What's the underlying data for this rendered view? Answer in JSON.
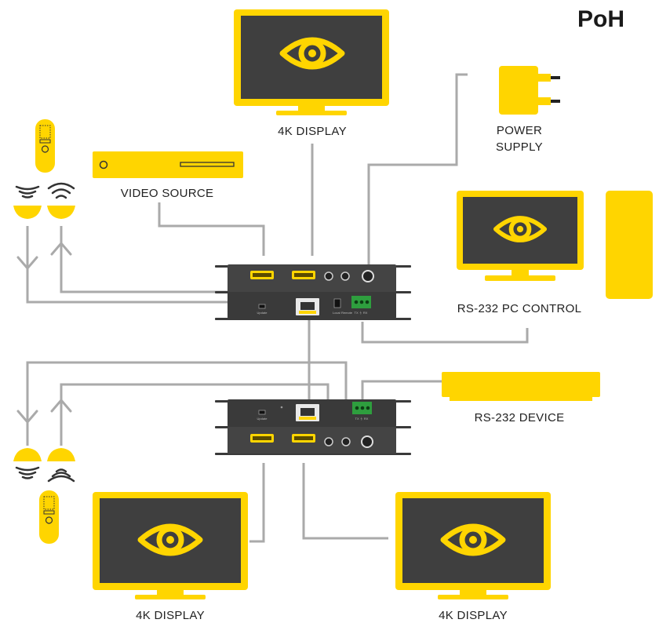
{
  "title": "PoH",
  "labels": {
    "display_top": "4K DISPLAY",
    "power_supply_line1": "POWER",
    "power_supply_line2": "SUPPLY",
    "video_source": "VIDEO SOURCE",
    "pc_control": "RS-232 PC CONTROL",
    "rs232_device": "RS-232 DEVICE",
    "display_bottom_left": "4K DISPLAY",
    "display_bottom_right": "4K DISPLAY"
  },
  "device_markings": {
    "update": "Update",
    "local": "Local",
    "remote": "Remote",
    "tx_rx": "TX ⏚ RX"
  },
  "colors": {
    "accent": "#FFD500",
    "screen": "#3f3f3f",
    "device": "#3a3a3a",
    "cable": "#aaaaaa",
    "text": "#222222"
  },
  "icons": [
    "eye-icon",
    "remote-control-icon",
    "ir-receiver-icon",
    "ir-emitter-icon",
    "power-adapter-icon",
    "pc-tower-icon",
    "media-player-icon",
    "hdmi-port-icon",
    "rj45-port-icon",
    "rs232-terminal-icon"
  ]
}
